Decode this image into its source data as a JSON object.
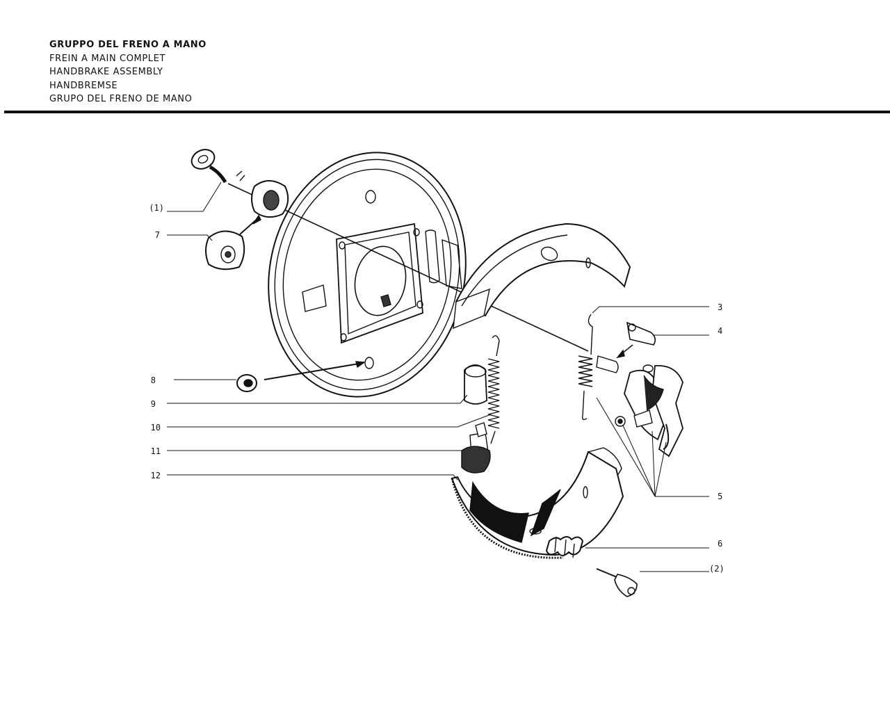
{
  "header": {
    "titles": [
      "GRUPPO DEL FRENO A MANO",
      "FREIN A MAIN COMPLET",
      "HANDBRAKE ASSEMBLY",
      "HANDBREMSE",
      "GRUPO DEL FRENO DE MANO"
    ]
  },
  "callouts": {
    "left": [
      "(1)",
      "7",
      "8",
      "9",
      "10",
      "11",
      "12"
    ],
    "right": [
      "3",
      "4",
      "5",
      "6",
      "(2)"
    ]
  },
  "colors": {
    "ink": "#111111",
    "paper": "#ffffff"
  }
}
